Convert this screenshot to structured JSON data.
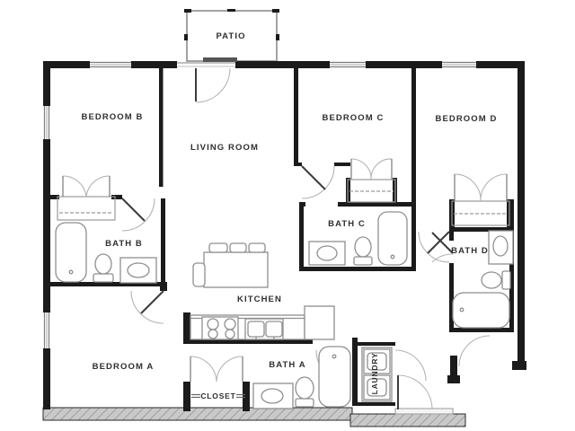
{
  "rooms": {
    "patio": "PATIO",
    "bedroom_b": "BEDROOM B",
    "living_room": "LIVING ROOM",
    "bedroom_c": "BEDROOM C",
    "bedroom_d": "BEDROOM D",
    "bath_b": "BATH B",
    "bath_c": "BATH C",
    "bath_d": "BATH D",
    "kitchen": "KITCHEN",
    "bedroom_a": "BEDROOM A",
    "bath_a": "BATH A",
    "closet": "CLOSET",
    "laundry": "LAUNDRY"
  },
  "colors": {
    "wall": "#1b1b1b",
    "fixture": "#8f8f8f",
    "door_arc": "#b3b3b3",
    "door_leaf": "#3c3c3c",
    "window": "#9a9a9a",
    "hatch_fill": "#c9c9c9",
    "patio_line": "#a3a3a3",
    "label": "#2f2f2f"
  }
}
